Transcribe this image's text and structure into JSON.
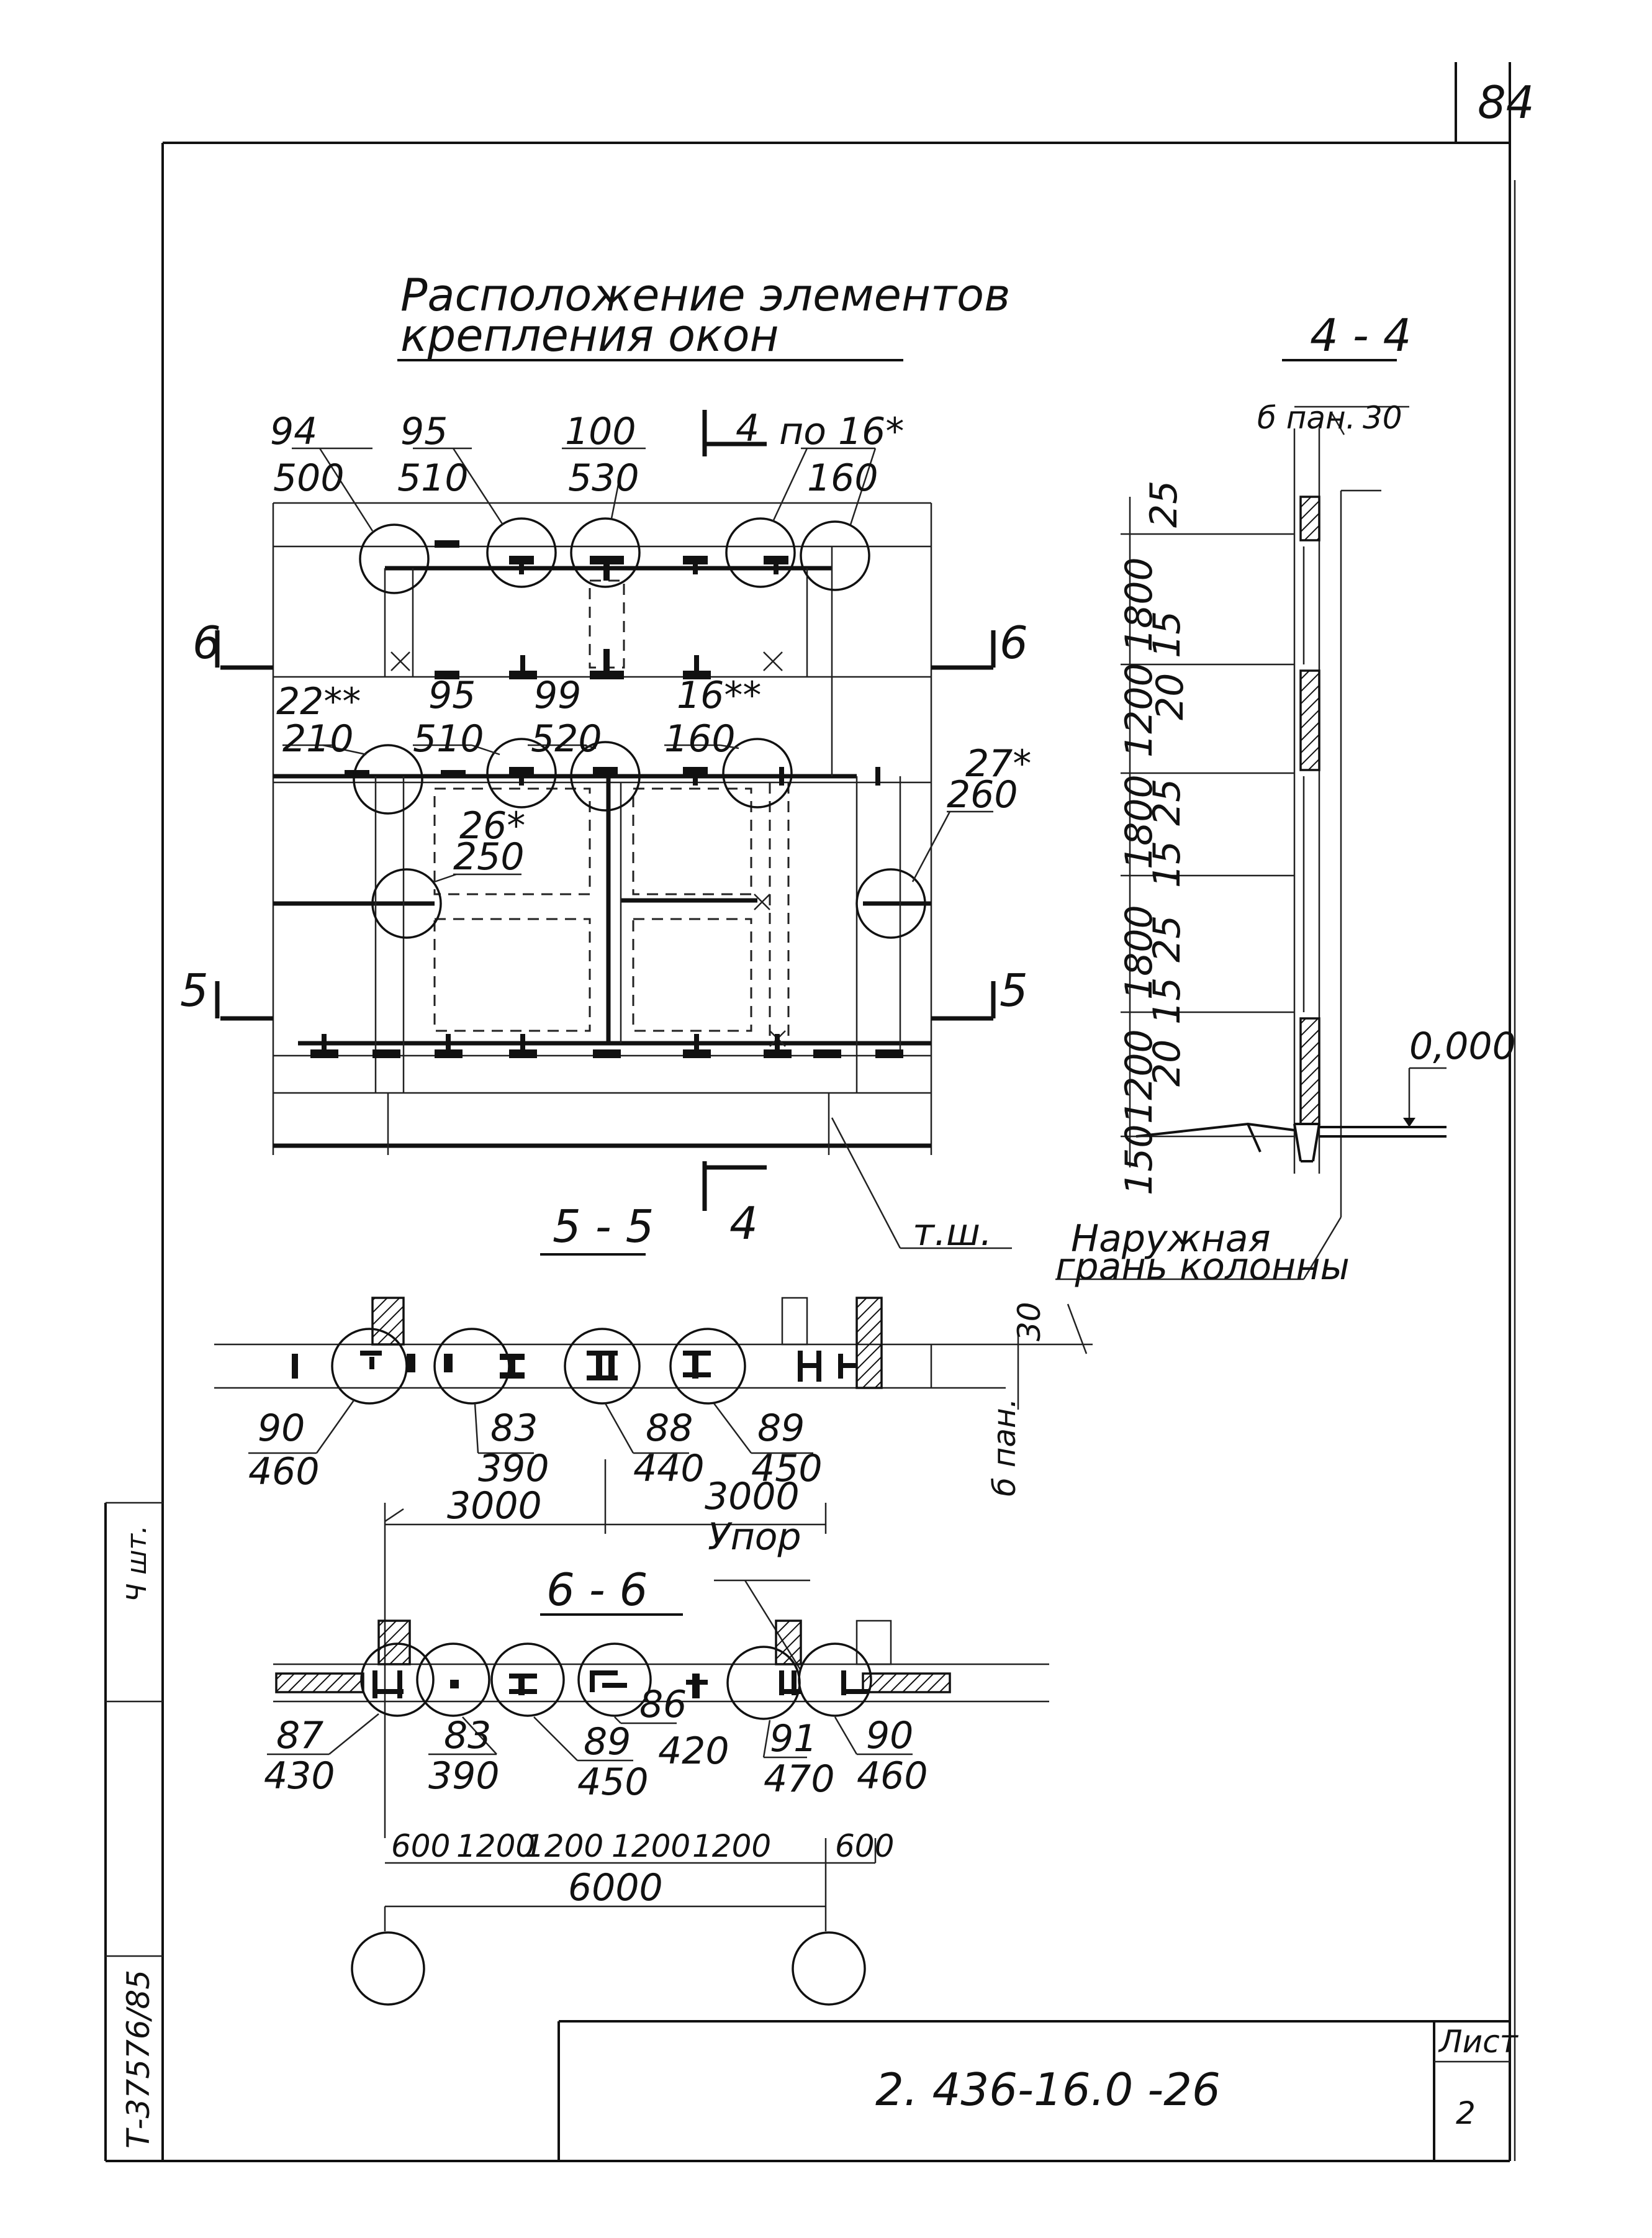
{
  "sheet": {
    "page_number": "84",
    "document_code": "2. 436-16.0 -26",
    "sheet_label": "Лист",
    "sheet_number": "2",
    "side_stamp_code": "Т-37576/85",
    "side_stamp_text": "Ч шт."
  },
  "title": {
    "line1": "Расположение элементов",
    "line2": "крепления окон"
  },
  "plan": {
    "top_callouts": [
      {
        "num": "94",
        "val": "500"
      },
      {
        "num": "95",
        "val": "510"
      },
      {
        "num": "100",
        "val": "530"
      },
      {
        "num": "по 16*",
        "val": "160"
      }
    ],
    "mid_callouts": [
      {
        "num": "22**",
        "val": "210"
      },
      {
        "num": "95",
        "val": "510"
      },
      {
        "num": "99",
        "val": "520"
      },
      {
        "num": "16**",
        "val": "160"
      }
    ],
    "callout_26": {
      "num": "26*",
      "val": "250"
    },
    "callout_27": {
      "num": "27*",
      "val": "260"
    },
    "section_6": "6",
    "section_5": "5",
    "section_4": "4",
    "note_tsh": "т.ш."
  },
  "section_44": {
    "title": "4 - 4",
    "top_label": "б пан.",
    "top_dim": "30",
    "dims": [
      "25",
      "1800",
      "15",
      "20",
      "1200",
      "25",
      "1800",
      "15",
      "25",
      "1800",
      "15",
      "20",
      "1200",
      "150"
    ],
    "level": "0,000",
    "note_line1": "Наружная",
    "note_line2": "грань колонны"
  },
  "section_55": {
    "title": "5 - 5",
    "callouts": [
      {
        "num": "90",
        "val": "460"
      },
      {
        "num": "83",
        "val": "390"
      },
      {
        "num": "88",
        "val": "440"
      },
      {
        "num": "89",
        "val": "450"
      }
    ],
    "side_dim": "30",
    "side_label": "б пан."
  },
  "section_66": {
    "title": "6 - 6",
    "top_dims": [
      "3000",
      "3000"
    ],
    "stop_label": "Упор",
    "callouts": [
      {
        "num": "87",
        "val": "430"
      },
      {
        "num": "83",
        "val": "390"
      },
      {
        "num": "89",
        "val": "450"
      },
      {
        "num": "86",
        "val": "420"
      },
      {
        "num": "91",
        "val": "470"
      },
      {
        "num": "90",
        "val": "460"
      }
    ],
    "bottom_dims": [
      "600",
      "1200",
      "1200",
      "1200",
      "1200",
      "600"
    ],
    "total_dim": "6000"
  }
}
